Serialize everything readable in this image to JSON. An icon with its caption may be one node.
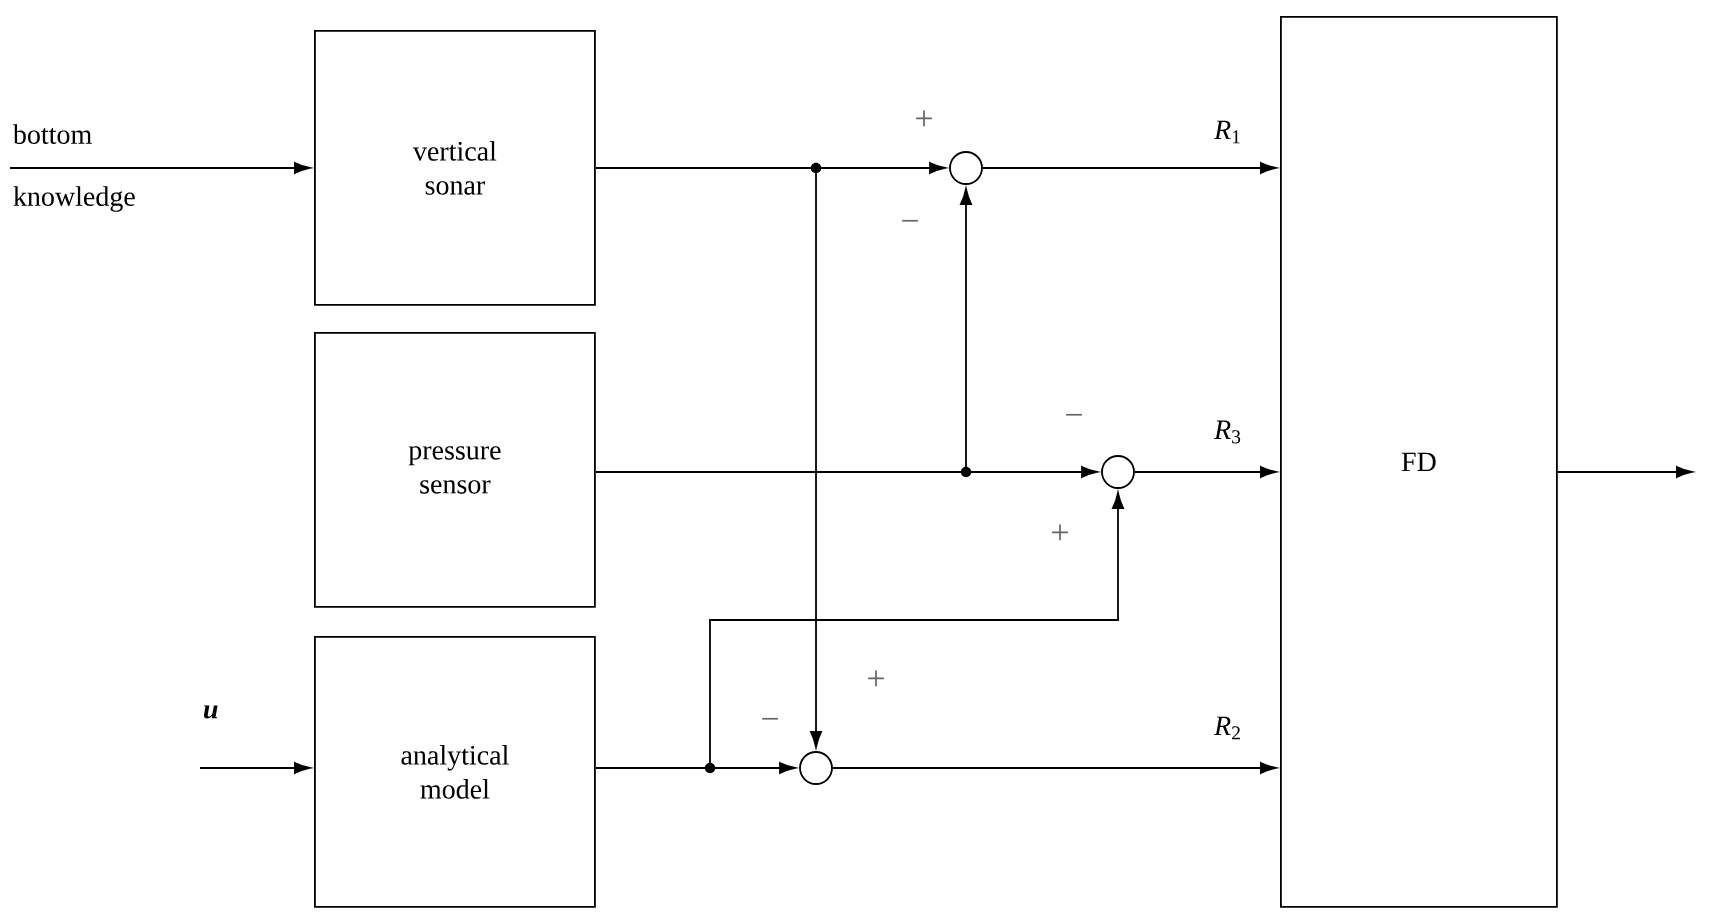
{
  "diagram": {
    "nodes": [
      {
        "text": [
          "bottom",
          "knowledge"
        ]
      },
      {
        "text": [
          "vertical sonar"
        ]
      },
      {
        "text": [
          "pressure sensor"
        ]
      },
      {
        "text": [
          "u"
        ]
      },
      {
        "text": [
          "analytical model"
        ]
      },
      {
        "text": [
          "FD"
        ]
      },
      {
        "text": [],
        "shape": "circle"
      },
      {
        "text": [],
        "shape": "circle"
      },
      {
        "text": [],
        "shape": "circle"
      }
    ],
    "edges": [
      {
        "from": 0,
        "to": 1,
        "arrow": "to"
      },
      {
        "from": 3,
        "to": 4,
        "arrow": "to"
      },
      {
        "from": 1,
        "to": 6,
        "arrow": "to"
      },
      {
        "from": 1,
        "to": 8,
        "arrow": "to"
      },
      {
        "from": 2,
        "to": 7,
        "arrow": "to"
      },
      {
        "from": 2,
        "to": 6,
        "arrow": "to"
      },
      {
        "from": 4,
        "to": 8,
        "arrow": "to"
      },
      {
        "from": 4,
        "to": 7,
        "arrow": "to"
      },
      {
        "from": 6,
        "to": 5,
        "arrow": "to",
        "label": "*R*$_{1}$"
      },
      {
        "from": 7,
        "to": 5,
        "arrow": "to",
        "label": "*R*$_{3}$"
      },
      {
        "from": 8,
        "to": 5,
        "arrow": "to",
        "label": "*R*$_{2}$"
      },
      {
        "from": 5,
        "to": null,
        "arrow": "to"
      }
    ],
    "labels": [
      "+",
      "−",
      "−",
      "+",
      "+",
      "−"
    ]
  }
}
